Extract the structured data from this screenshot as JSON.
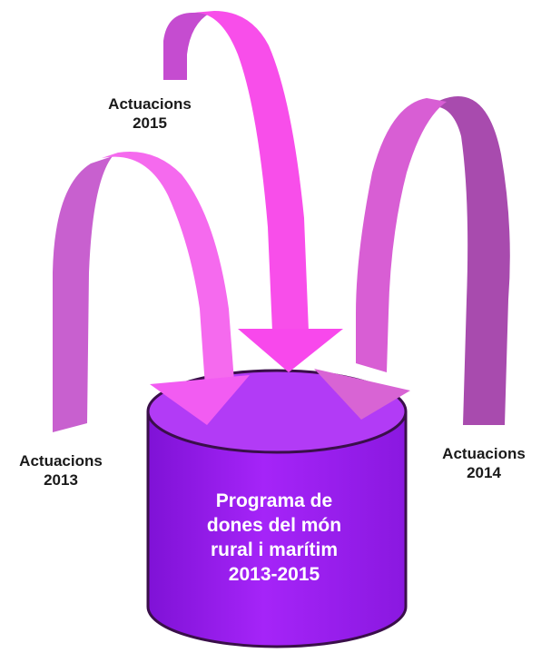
{
  "labels": {
    "actuacions_2015": {
      "line1": "Actuacions",
      "line2": "2015"
    },
    "actuacions_2013": {
      "line1": "Actuacions",
      "line2": "2013"
    },
    "actuacions_2014": {
      "line1": "Actuacions",
      "line2": "2014"
    }
  },
  "container": {
    "lines": [
      "Programa de",
      "dones del món",
      "rural i marítim",
      "2013-2015"
    ]
  },
  "colors": {
    "arrow_light": "#F25CF2",
    "arrow_magenta": "#F84EEA",
    "arrow_mid": "#D764D4",
    "arrow_dark": "#B046AE",
    "arrow_back": "#C652C3",
    "cylinder_body": "#9D1FF2",
    "cylinder_top": "#B83AF6",
    "cylinder_outline": "#3A0F4A"
  }
}
